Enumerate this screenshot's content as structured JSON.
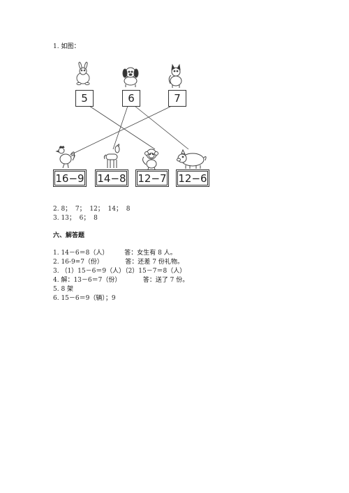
{
  "q1_label": "1. 如图：",
  "top_numbers": [
    "5",
    "6",
    "7"
  ],
  "bottom_expressions": [
    "16−9",
    "14−8",
    "12−7",
    "12−6"
  ],
  "top_animals": [
    "rabbit-icon",
    "dog-icon",
    "cat-icon"
  ],
  "bottom_animals": [
    "rooster-icon",
    "goat-icon",
    "monkey-icon",
    "pig-icon"
  ],
  "answers_a": [
    "2. 8；  7；  12；  14；  8",
    "3. 13；  6；  8"
  ],
  "section_title": "六、解答题",
  "answers_b": [
    "1. 14－6＝8（人）        答：女生有 8 人。",
    "2. 16-9=7（份）           答：还差 7 份礼物。",
    "3. （1）15－6＝9（人）（2）15－7＝8（人）",
    "4. 解：13－6＝7（份）           答：送了 7 份。",
    "5. 8 架",
    "6. 15－6＝9（辆）；9"
  ]
}
